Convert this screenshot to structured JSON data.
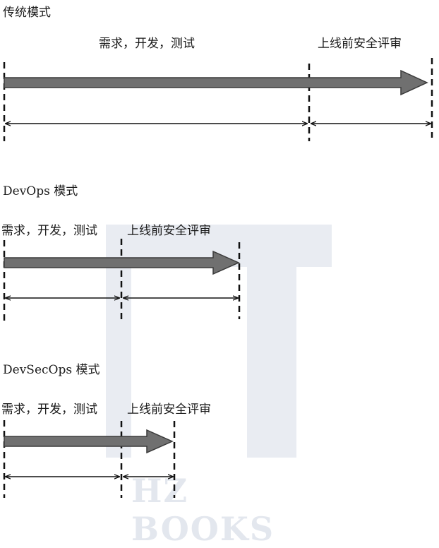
{
  "watermark": {
    "text": "HZ BOOKS"
  },
  "colors": {
    "arrow_fill": "#707070",
    "arrow_stroke": "#3a3a3a",
    "line": "#111111",
    "watermark": "#e9ecf2"
  },
  "sections": [
    {
      "title": "传统模式",
      "dev_label": "需求，开发，测试",
      "review_label": "上线前安全评审"
    },
    {
      "title": "DevOps 模式",
      "dev_label": "需求，开发，测试",
      "review_label": "上线前安全评审"
    },
    {
      "title": "DevSecOps 模式",
      "dev_label": "需求，开发，测试",
      "review_label": "上线前安全评审"
    }
  ]
}
